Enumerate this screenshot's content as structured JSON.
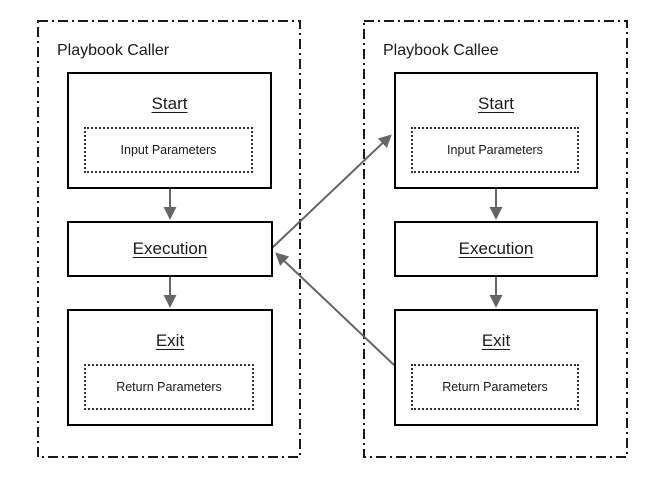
{
  "diagram": {
    "caller": {
      "title": "Playbook Caller",
      "nodes": {
        "start": {
          "label": "Start",
          "param": "Input Parameters"
        },
        "execution": {
          "label": "Execution"
        },
        "exit": {
          "label": "Exit",
          "param": "Return Parameters"
        }
      }
    },
    "callee": {
      "title": "Playbook Callee",
      "nodes": {
        "start": {
          "label": "Start",
          "param": "Input Parameters"
        },
        "execution": {
          "label": "Execution"
        },
        "exit": {
          "label": "Exit",
          "param": "Return Parameters"
        }
      }
    },
    "colors": {
      "arrow": "#666666",
      "node_border": "#000000",
      "container_border": "#1a1a1a",
      "text": "#1a1a1a"
    }
  }
}
